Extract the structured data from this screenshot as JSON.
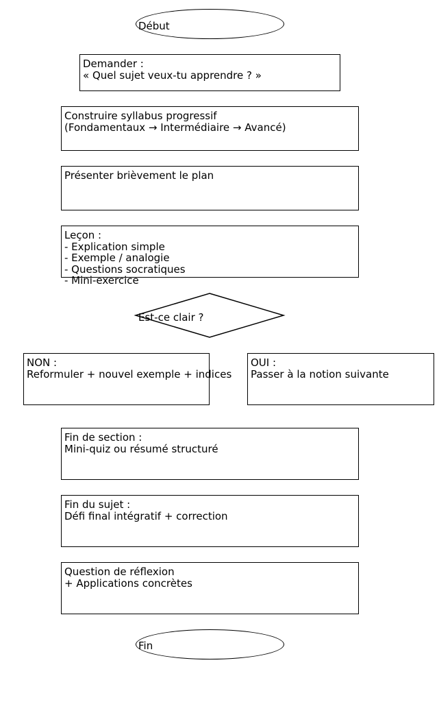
{
  "start": "Début",
  "ask": [
    "Demander :",
    "« Quel sujet veux-tu apprendre ? »"
  ],
  "syllabus": [
    "Construire syllabus progressif",
    "(Fondamentaux → Intermédiaire → Avancé)"
  ],
  "plan": [
    "Présenter brièvement le plan"
  ],
  "lesson": [
    "Leçon :",
    "- Explication simple",
    "- Exemple / analogie",
    "- Questions socratiques",
    "- Mini-exercice"
  ],
  "decision": "Est-ce clair ?",
  "no_branch": [
    "NON :",
    "Reformuler + nouvel exemple + indices"
  ],
  "yes_branch": [
    "OUI :",
    "Passer à la notion suivante"
  ],
  "section_end": [
    "Fin de section :",
    "Mini-quiz ou résumé structuré"
  ],
  "topic_end": [
    "Fin du sujet :",
    "Défi final intégratif + correction"
  ],
  "reflection": [
    "Question de réflexion",
    "+ Applications concrètes"
  ],
  "end": "Fin"
}
